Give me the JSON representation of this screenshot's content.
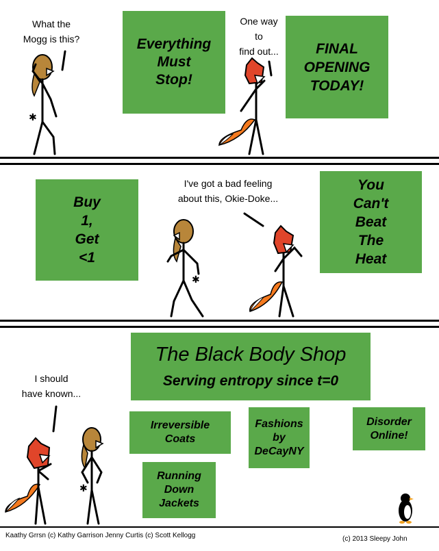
{
  "panel1": {
    "speech_left": "What the\nMogg is this?",
    "sign_left": "Everything\nMust\nStop!",
    "speech_right": "One way\nto\nfind out...",
    "sign_right": "FINAL\nOPENING\nTODAY!"
  },
  "panel2": {
    "sign_left": "Buy\n1,\nGet\n<1",
    "speech": "I've got a bad feeling\nabout this, Okie-Doke...",
    "sign_right": "You\nCan't\n Beat\nThe\nHeat"
  },
  "panel3": {
    "store_title": "The Black Body Shop",
    "store_tagline": "Serving entropy since t=0",
    "speech": "I should\nhave known...",
    "sign_coats": "Irreversible\nCoats",
    "sign_fashions": "Fashions\nby\nDeCayNY",
    "sign_disorder": "Disorder\nOnline!",
    "sign_jackets": "Running\nDown\nJackets"
  },
  "credits": {
    "characters": "Kaathy Grrsn (c) Kathy Garrison   Jenny Curtis (c) Scott Kellogg",
    "copyright": "(c) 2013 Sleepy John"
  },
  "colors": {
    "sign_green": "#5aa94a",
    "fox_orange": "#f47a1f",
    "fox_red": "#e0452a",
    "fur_brown": "#b8863a"
  }
}
